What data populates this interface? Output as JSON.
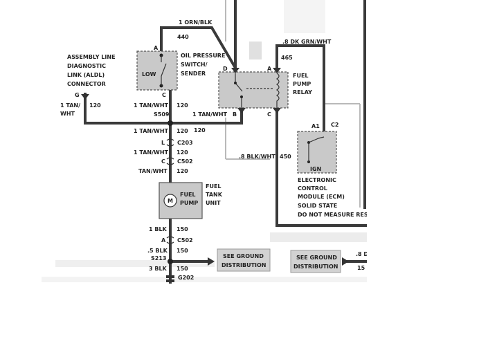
{
  "wires": {
    "orn_blk": "1 ORN/BLK",
    "circuit_440": "440",
    "dk_grn_wht": ".8 DK GRN/WHT",
    "circuit_465": "465",
    "tan_wht_left": "1 TAN/",
    "tan_wht_left2": "WHT",
    "circuit_120_a": "120",
    "tan_wht_sw": "1 TAN/WHT",
    "circuit_120_b": "120",
    "tan_wht_relay": "1 TAN/WHT",
    "tan_wht_mid": "1 TAN/WHT",
    "circuit_120_c": "120",
    "circuit_120_d": "120",
    "tan_wht_mid2": "1 TAN/WHT",
    "circuit_120_e": "120",
    "tan_wht_pump": "TAN/WHT",
    "circuit_120_f": "120",
    "blk_1": "1 BLK",
    "circuit_150_a": "150",
    "blk_5": ".5 BLK",
    "circuit_150_b": "150",
    "blk_3": "3 BLK",
    "circuit_150_c": "150",
    "blk_wht": ".8 BLK/WHT",
    "circuit_450": "450",
    "dk_right": ".8 D",
    "circuit_right": "15"
  },
  "connectors": {
    "c203": "C203",
    "c502_a": "C502",
    "c502_b": "C502",
    "s509": "S509",
    "s213": "S213",
    "g202": "G202",
    "c2": "C2",
    "a1": "A1",
    "g": "G",
    "pin_a_sw": "A",
    "pin_c_sw": "C",
    "pin_d": "D",
    "pin_a_relay": "A",
    "pin_b": "B",
    "pin_c_relay": "C",
    "pin_l": "L",
    "pin_c_203": "C",
    "pin_a_502": "A"
  },
  "components": {
    "aldl": [
      "ASSEMBLY LINE",
      "DIAGNOSTIC",
      "LINK (ALDL)",
      "CONNECTOR"
    ],
    "oil_switch": [
      "OIL PRESSURE",
      "SWITCH/",
      "SENDER"
    ],
    "oil_low": "LOW",
    "relay": [
      "FUEL",
      "PUMP",
      "RELAY"
    ],
    "pump": [
      "FUEL",
      "PUMP"
    ],
    "pump_unit": [
      "FUEL",
      "TANK",
      "UNIT"
    ],
    "motor": "M",
    "ecm": [
      "ELECTRONIC",
      "CONTROL",
      "MODULE (ECM)"
    ],
    "ecm_ign": "IGN",
    "solid_state": "SOLID STATE",
    "do_not_measure": "DO NOT MEASURE RESI",
    "ground_1": [
      "SEE GROUND",
      "DISTRIBUTION"
    ],
    "ground_2": [
      "SEE GROUND",
      "DISTRIBUTION"
    ]
  },
  "colors": {
    "wire": "#3a3a3a",
    "component_fill": "#c9c9c9",
    "ground_box": "#d2d2d2"
  }
}
